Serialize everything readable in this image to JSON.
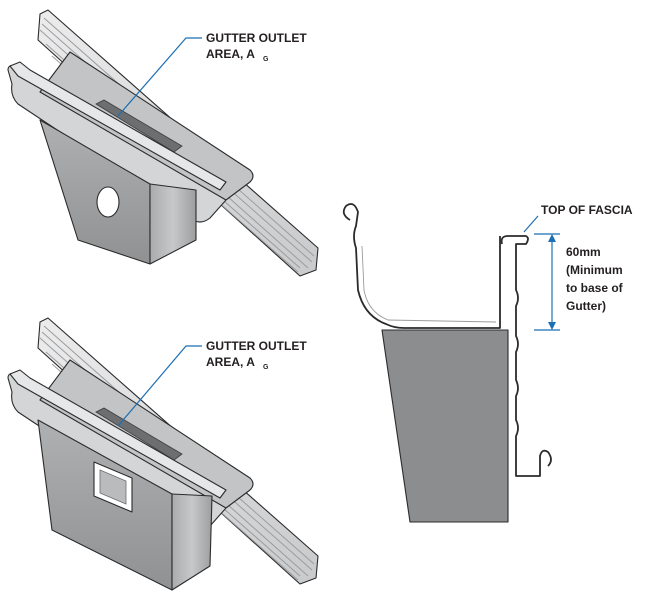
{
  "labels": {
    "outlet_top_line1": "GUTTER OUTLET",
    "outlet_top_line2": "AREA,  A",
    "outlet_top_subscript": "G",
    "outlet_bottom_line1": "GUTTER OUTLET",
    "outlet_bottom_line2": "AREA,  A",
    "outlet_bottom_subscript": "G",
    "top_of_fascia": "TOP OF FASCIA",
    "dim_line1": "60mm",
    "dim_line2": "(Minimum",
    "dim_line3": "to base of",
    "dim_line4": "Gutter)"
  },
  "colors": {
    "leader_line": "#1b6fb5",
    "metal_light": "#d9dadb",
    "metal_mid": "#b8babc",
    "metal_dark": "#8e9092",
    "outlet_area": "#6d6e70",
    "ink": "#2b2b2b"
  }
}
